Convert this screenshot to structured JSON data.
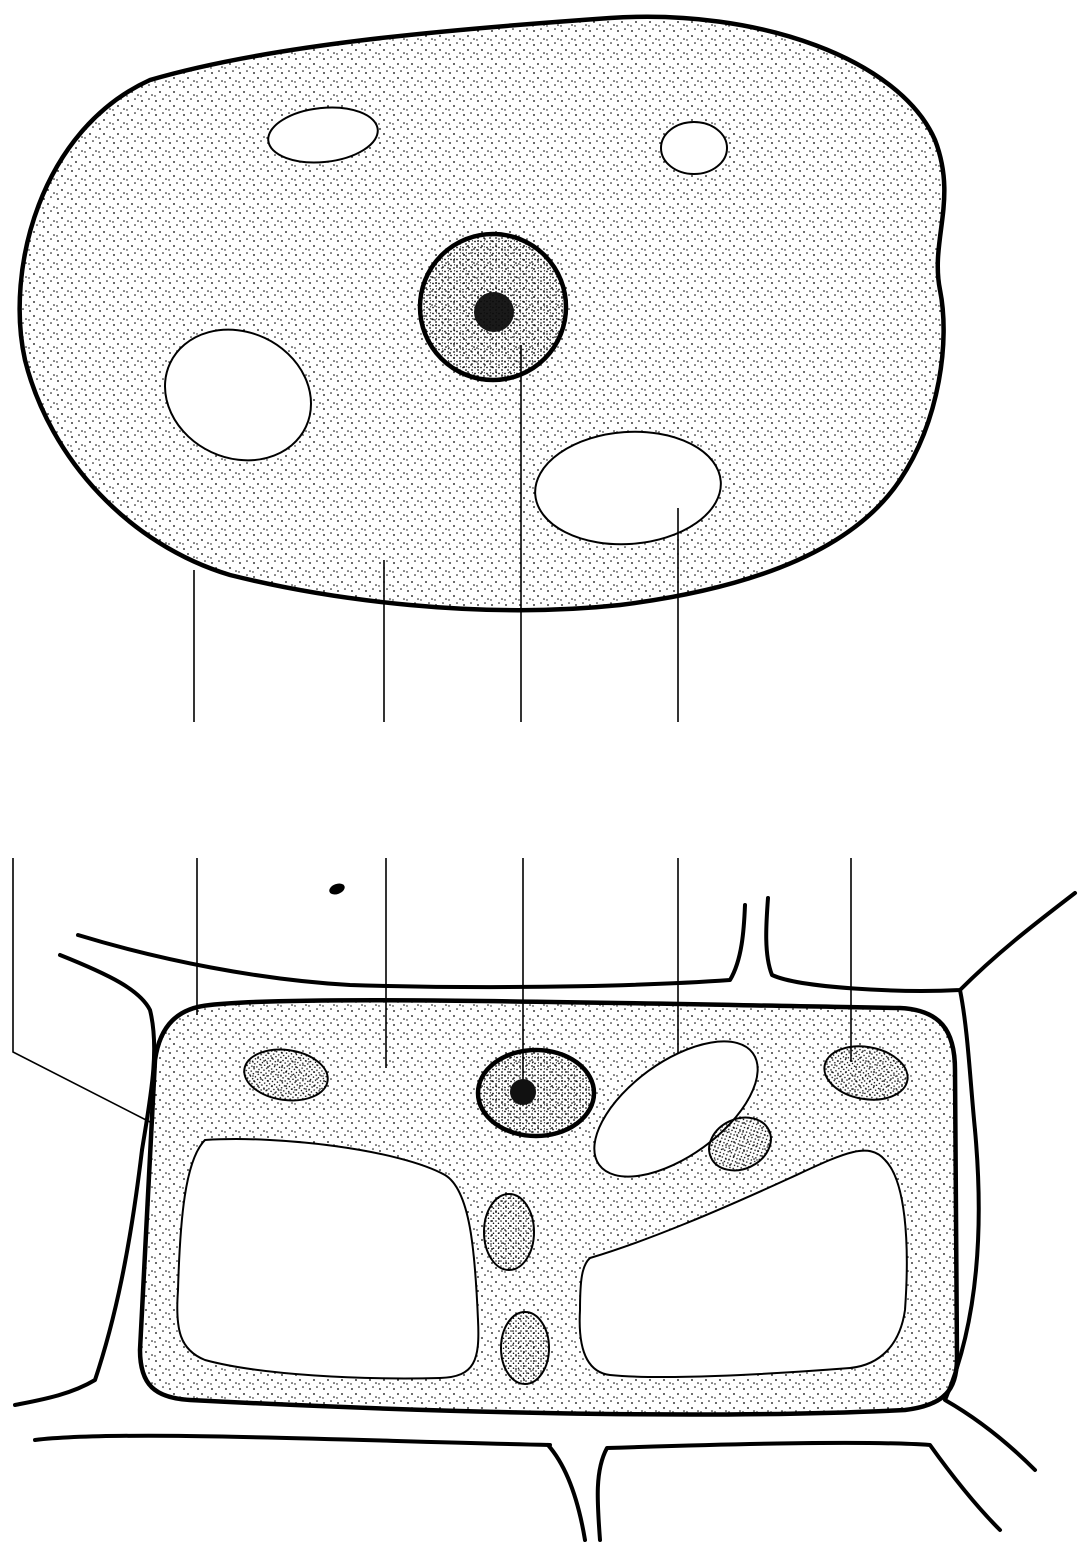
{
  "figures": [
    {
      "id": "animal-cell",
      "parts": [
        "cell-membrane",
        "cytoplasm",
        "nucleus",
        "nucleolus",
        "vacuole"
      ],
      "label_lines": 4
    },
    {
      "id": "plant-cell",
      "parts": [
        "cell-wall",
        "cell-membrane",
        "cytoplasm",
        "nucleus",
        "nucleolus",
        "vacuole",
        "chloroplast"
      ],
      "label_lines": 6
    }
  ],
  "colors": {
    "ink": "#000000",
    "paper": "#ffffff"
  }
}
